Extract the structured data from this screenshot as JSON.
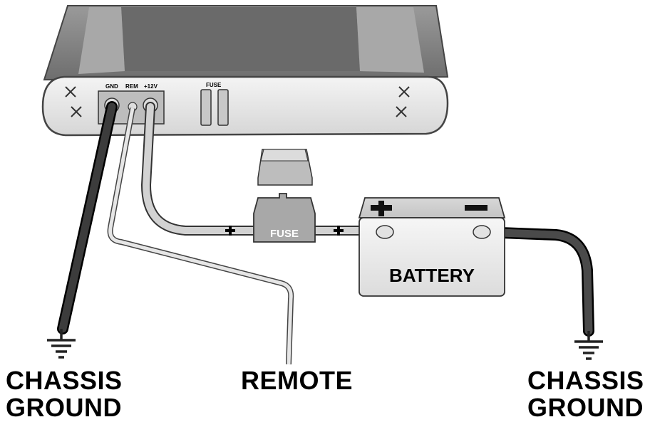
{
  "amplifier": {
    "terminal_gnd": "GND",
    "terminal_rem": "REM",
    "terminal_12v": "+12V",
    "fuse_label": "FUSE"
  },
  "inline_fuse": {
    "label": "FUSE"
  },
  "battery": {
    "label": "BATTERY"
  },
  "labels": {
    "chassis_ground_left_line1": "CHASSIS",
    "chassis_ground_left_line2": "GROUND",
    "remote": "REMOTE",
    "chassis_ground_right_line1": "CHASSIS",
    "chassis_ground_right_line2": "GROUND"
  },
  "colors": {
    "amp_body": "#8c8c8c",
    "amp_face": "#eeeeee",
    "wire_positive": "#c8c8c8",
    "wire_ground": "#3a3a3a",
    "battery_body": "#ececec"
  }
}
